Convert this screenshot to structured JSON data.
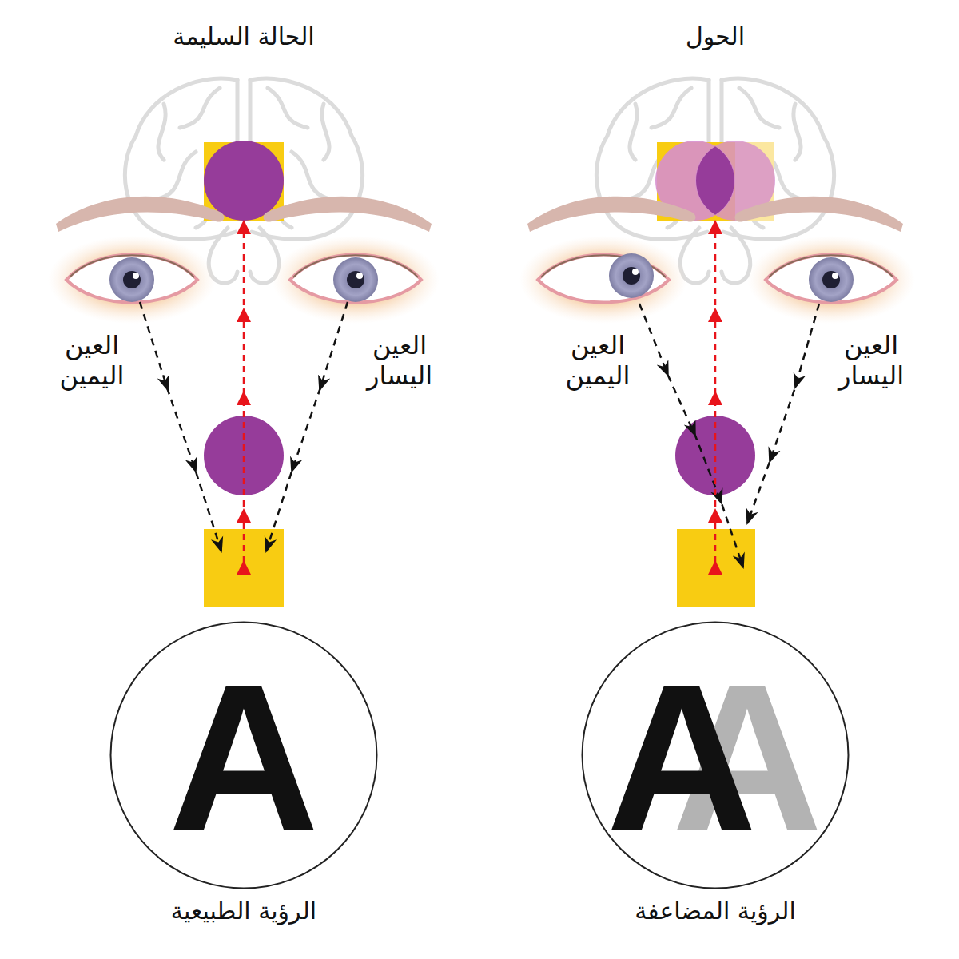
{
  "diagram": {
    "nodes": [
      {
        "text": [
          "A"
        ]
      },
      {
        "text": [
          "A",
          "A"
        ]
      }
    ],
    "labels": [
      "الحالة السليمة",
      "الحول",
      "العين اليمين",
      "العين اليسار",
      "العين اليمين",
      "العين اليسار",
      "الرؤية الطبيعية",
      "الرؤية المضاعفة"
    ]
  }
}
